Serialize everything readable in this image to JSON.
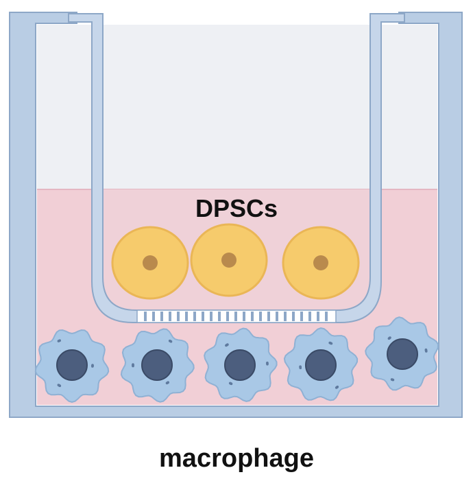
{
  "labels": {
    "upper_cells": "DPSCs",
    "lower_cells": "macrophage"
  },
  "counts": {
    "upper_cells": 3,
    "lower_cells": 5
  },
  "colors": {
    "vessel": "#b9cde4",
    "vessel_stroke": "#8da7c7",
    "insert": "#c6d6ea",
    "medium_pink": "#f1cfd6",
    "air": "#eef0f4",
    "dpsc_fill": "#f6cb6c",
    "dpsc_edge": "#eab656",
    "dpsc_nucleus": "#b98a4d",
    "macrophage_fill": "#a9c8e6",
    "macrophage_nucleus": "#4c5e7e",
    "label_text": "#111111"
  }
}
